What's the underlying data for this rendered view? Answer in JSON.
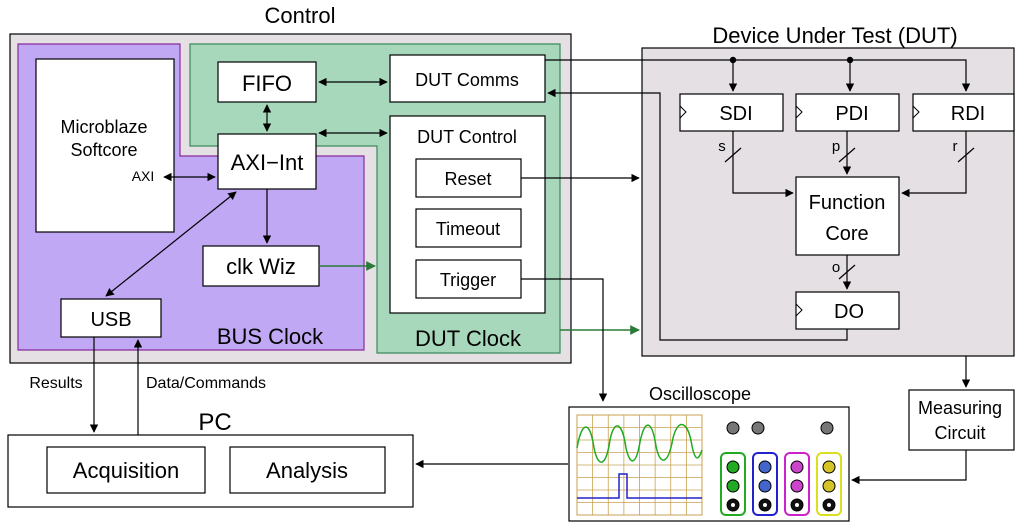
{
  "control": {
    "title": "Control",
    "microblaze": {
      "line1": "Microblaze",
      "line2": "Softcore",
      "port": "AXI"
    },
    "fifo": "FIFO",
    "axi_int": "AXI−Int",
    "clk_wiz": "clk Wiz",
    "usb": "USB",
    "bus_clock": "BUS Clock",
    "dut_comms": "DUT Comms",
    "dut_control": "DUT Control",
    "reset": "Reset",
    "timeout": "Timeout",
    "trigger": "Trigger",
    "dut_clock": "DUT Clock"
  },
  "dut": {
    "title": "Device Under Test (DUT)",
    "sdi": "SDI",
    "pdi": "PDI",
    "rdi": "RDI",
    "bus_s": "s",
    "bus_p": "p",
    "bus_r": "r",
    "bus_o": "o",
    "function_core": {
      "line1": "Function",
      "line2": "Core"
    },
    "do": "DO"
  },
  "links": {
    "results": "Results",
    "data_commands": "Data/Commands"
  },
  "pc": {
    "title": "PC",
    "acquisition": "Acquisition",
    "analysis": "Analysis"
  },
  "oscilloscope": {
    "title": "Oscilloscope"
  },
  "measuring": {
    "line1": "Measuring",
    "line2": "Circuit"
  },
  "colors": {
    "control_bg": "#e4e0e4",
    "bus_domain": "#c0a8f4",
    "bus_border": "#8a2a9a",
    "dut_domain": "#a8d8bc",
    "dut_border": "#3a8a5a",
    "dut_bg": "#e4e0e4",
    "clock_line": "#2a7a3a",
    "scope_grid": "#c8a050",
    "wave_green": "#22aa22",
    "wave_blue": "#2222cc"
  }
}
